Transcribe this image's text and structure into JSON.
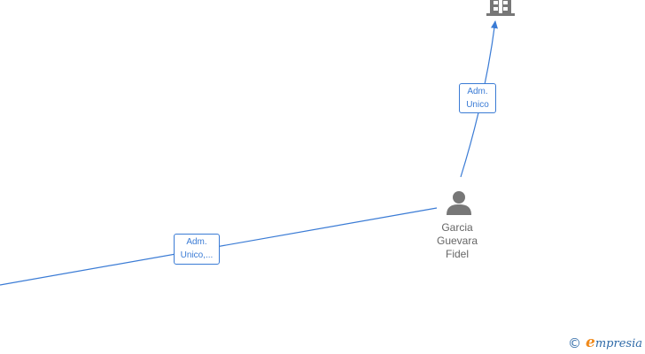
{
  "edges": [
    {
      "label_lines": [
        "Adm.",
        "Unico"
      ]
    },
    {
      "label_lines": [
        "Adm.",
        "Unico,..."
      ]
    }
  ],
  "person": {
    "name_lines": [
      "Garcia",
      "Guevara",
      "Fidel"
    ]
  },
  "brand": {
    "copyright_symbol": "©",
    "logo_first": "e",
    "logo_rest": "mpresia"
  },
  "colors": {
    "edge": "#3a7bd5",
    "icon": "#777777",
    "label_text": "#666666",
    "brand_orange": "#f08a1c",
    "brand_blue": "#2f6aa8"
  },
  "icons": {
    "company": "building-icon",
    "person": "person-icon"
  }
}
